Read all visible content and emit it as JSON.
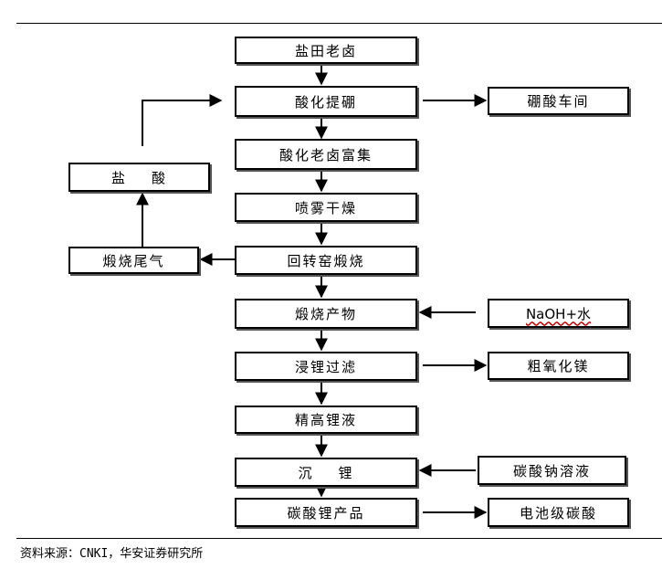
{
  "nodes": {
    "salt_lake_brine": "盐田老卤",
    "acidify_boron": "酸化提硼",
    "boric_acid_workshop": "硼酸车间",
    "hydrochloric_acid": "盐    酸",
    "acidified_brine_enrich": "酸化老卤富集",
    "spray_drying": "喷雾干燥",
    "roasting_tail_gas": "煅烧尾气",
    "rotary_kiln_roasting": "回转窑煅烧",
    "roasting_product": "煅烧产物",
    "naoh_water": "NaOH+水",
    "leaching_filtration": "浸锂过滤",
    "crude_magnesium_oxide": "粗氧化镁",
    "refined_lithium_solution": "精高锂液",
    "lithium_precipitation": "沉    锂",
    "sodium_carbonate_solution": "碳酸钠溶液",
    "lithium_carbonate_product": "碳酸锂产品",
    "battery_grade_lithium_carbonate": "电池级碳酸"
  },
  "source": "资料来源：CNKI，华安证券研究所"
}
